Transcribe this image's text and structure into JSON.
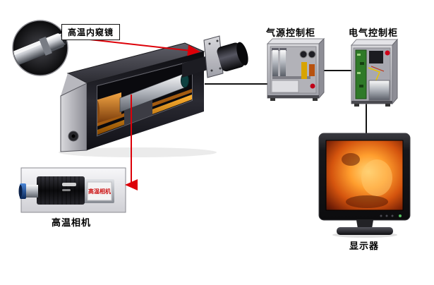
{
  "labels": {
    "endoscope": "高温内窥镜",
    "air_cabinet": "气源控制柜",
    "electric_cabinet": "电气控制柜",
    "camera": "高温相机",
    "camera_sticker": "高温相机",
    "monitor": "显示器"
  },
  "colors": {
    "leader_red": "#dd0008",
    "connector_black": "#141414",
    "rail_orange": "#e07c10",
    "copper": "#c87428",
    "screen_fire": "#ff9e2e",
    "pcb_green": "#2f7a28",
    "warning_yellow": "#d8a400",
    "cabinet_gray": "#c6c6cc"
  }
}
